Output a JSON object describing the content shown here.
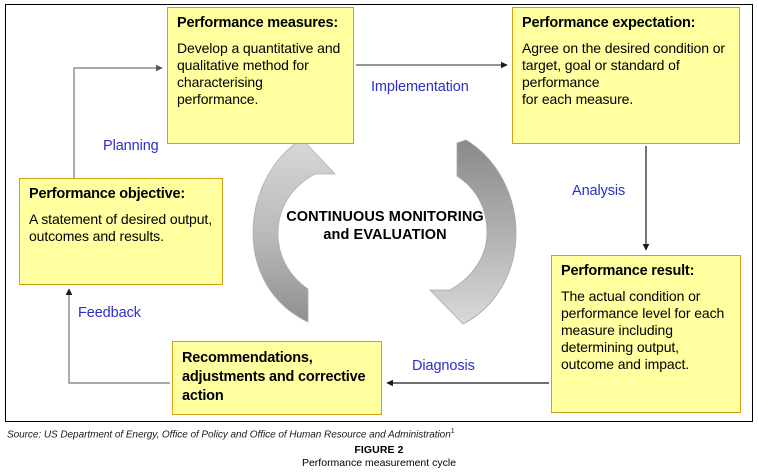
{
  "figure": {
    "source_prefix": "Source:",
    "source_text": " US Department of Energy, Office of Policy and Office of Human Resource and Administration",
    "source_superscript": "1",
    "number": "FIGURE 2",
    "title": "Performance measurement cycle"
  },
  "center": {
    "line1": "CONTINUOUS MONITORING",
    "line2": "and EVALUATION"
  },
  "nodes": {
    "measures": {
      "title": "Performance measures:",
      "body": "Develop a quantitative and qualitative method for characterising performance."
    },
    "expectation": {
      "title": "Performance expectation:",
      "body": " Agree on the desired condition or target, goal or standard of performance\nfor each measure."
    },
    "objective": {
      "title": "Performance objective:",
      "body": "A statement of desired output, outcomes and results."
    },
    "result": {
      "title": "Performance result:",
      "body": "The actual condition or performance level for each measure including determining output, outcome and impact."
    },
    "recommend": {
      "title": "Recommendations, adjustments and corrective action",
      "body": ""
    }
  },
  "edges": {
    "planning": "Planning",
    "implementation": "Implementation",
    "analysis": "Analysis",
    "feedback": "Feedback",
    "diagnosis": "Diagnosis"
  },
  "colors": {
    "node_fill": "#ffffa0",
    "node_border": "#d4a017",
    "edge_label": "#2d2dd0",
    "arrow_dark": "#9a9a9a",
    "cycle_arrow_light": "#c9c9c9",
    "cycle_arrow_dark": "#8f8f8f"
  }
}
